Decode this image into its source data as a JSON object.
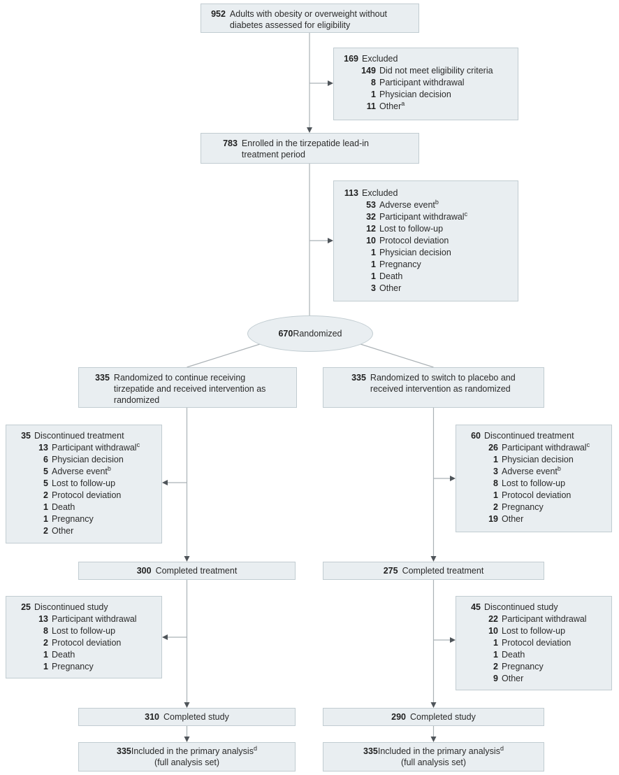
{
  "figure": {
    "type": "consort-flow-diagram",
    "colors": {
      "bg": "#ffffff",
      "fill": "#e9eef1",
      "border": "#c1ccd1",
      "line": "#abb2b6",
      "arrow": "#4f555a",
      "text": "#2b2b2b",
      "number": "#1f1f1f"
    }
  },
  "boxes": {
    "eligibility": {
      "n": "952",
      "t": "Adults with obesity or overweight without diabetes assessed for eligibility"
    },
    "excluded_screening": {
      "n": "169",
      "t": "Excluded",
      "items": [
        {
          "n": "149",
          "t": "Did not meet eligibility criteria",
          "sup": ""
        },
        {
          "n": "8",
          "t": "Participant withdrawal",
          "sup": ""
        },
        {
          "n": "1",
          "t": "Physician decision",
          "sup": ""
        },
        {
          "n": "11",
          "t": "Other",
          "sup": "a"
        }
      ]
    },
    "enrolled": {
      "n": "783",
      "t": "Enrolled in the tirzepatide lead-in treatment period"
    },
    "excluded_leadin": {
      "n": "113",
      "t": "Excluded",
      "items": [
        {
          "n": "53",
          "t": "Adverse event",
          "sup": "b"
        },
        {
          "n": "32",
          "t": "Participant withdrawal",
          "sup": "c"
        },
        {
          "n": "12",
          "t": "Lost to follow-up",
          "sup": ""
        },
        {
          "n": "10",
          "t": "Protocol deviation",
          "sup": ""
        },
        {
          "n": "1",
          "t": "Physician decision",
          "sup": ""
        },
        {
          "n": "1",
          "t": "Pregnancy",
          "sup": ""
        },
        {
          "n": "1",
          "t": "Death",
          "sup": ""
        },
        {
          "n": "3",
          "t": "Other",
          "sup": ""
        }
      ]
    },
    "randomized": {
      "n": "670",
      "t": "Randomized"
    },
    "arm_tirzepatide": {
      "n": "335",
      "t": "Randomized to continue receiving tirzepatide and received intervention as randomized"
    },
    "arm_placebo": {
      "n": "335",
      "t": "Randomized to switch to placebo and received intervention as randomized"
    },
    "disc_treatment_tirzepatide": {
      "n": "35",
      "t": "Discontinued treatment",
      "items": [
        {
          "n": "13",
          "t": "Participant withdrawal",
          "sup": "c"
        },
        {
          "n": "6",
          "t": "Physician decision",
          "sup": ""
        },
        {
          "n": "5",
          "t": "Adverse event",
          "sup": "b"
        },
        {
          "n": "5",
          "t": "Lost to follow-up",
          "sup": ""
        },
        {
          "n": "2",
          "t": "Protocol deviation",
          "sup": ""
        },
        {
          "n": "1",
          "t": "Death",
          "sup": ""
        },
        {
          "n": "1",
          "t": "Pregnancy",
          "sup": ""
        },
        {
          "n": "2",
          "t": "Other",
          "sup": ""
        }
      ]
    },
    "disc_treatment_placebo": {
      "n": "60",
      "t": "Discontinued treatment",
      "items": [
        {
          "n": "26",
          "t": "Participant withdrawal",
          "sup": "c"
        },
        {
          "n": "1",
          "t": "Physician decision",
          "sup": ""
        },
        {
          "n": "3",
          "t": "Adverse event",
          "sup": "b"
        },
        {
          "n": "8",
          "t": "Lost to follow-up",
          "sup": ""
        },
        {
          "n": "1",
          "t": "Protocol deviation",
          "sup": ""
        },
        {
          "n": "2",
          "t": "Pregnancy",
          "sup": ""
        },
        {
          "n": "19",
          "t": "Other",
          "sup": ""
        }
      ]
    },
    "completed_treatment_tirzepatide": {
      "n": "300",
      "t": "Completed treatment"
    },
    "completed_treatment_placebo": {
      "n": "275",
      "t": "Completed treatment"
    },
    "disc_study_tirzepatide": {
      "n": "25",
      "t": "Discontinued study",
      "items": [
        {
          "n": "13",
          "t": "Participant withdrawal",
          "sup": ""
        },
        {
          "n": "8",
          "t": "Lost to follow-up",
          "sup": ""
        },
        {
          "n": "2",
          "t": "Protocol deviation",
          "sup": ""
        },
        {
          "n": "1",
          "t": "Death",
          "sup": ""
        },
        {
          "n": "1",
          "t": "Pregnancy",
          "sup": ""
        }
      ]
    },
    "disc_study_placebo": {
      "n": "45",
      "t": "Discontinued study",
      "items": [
        {
          "n": "22",
          "t": "Participant withdrawal",
          "sup": ""
        },
        {
          "n": "10",
          "t": "Lost to follow-up",
          "sup": ""
        },
        {
          "n": "1",
          "t": "Protocol deviation",
          "sup": ""
        },
        {
          "n": "1",
          "t": "Death",
          "sup": ""
        },
        {
          "n": "2",
          "t": "Pregnancy",
          "sup": ""
        },
        {
          "n": "9",
          "t": "Other",
          "sup": ""
        }
      ]
    },
    "completed_study_tirzepatide": {
      "n": "310",
      "t": "Completed study"
    },
    "completed_study_placebo": {
      "n": "290",
      "t": "Completed study"
    },
    "primary_analysis_tirzepatide": {
      "n": "335",
      "t": "Included in the primary analysis",
      "sup": "d",
      "t2": "(full analysis set)"
    },
    "primary_analysis_placebo": {
      "n": "335",
      "t": "Included in the primary analysis",
      "sup": "d",
      "t2": "(full analysis set)"
    }
  }
}
